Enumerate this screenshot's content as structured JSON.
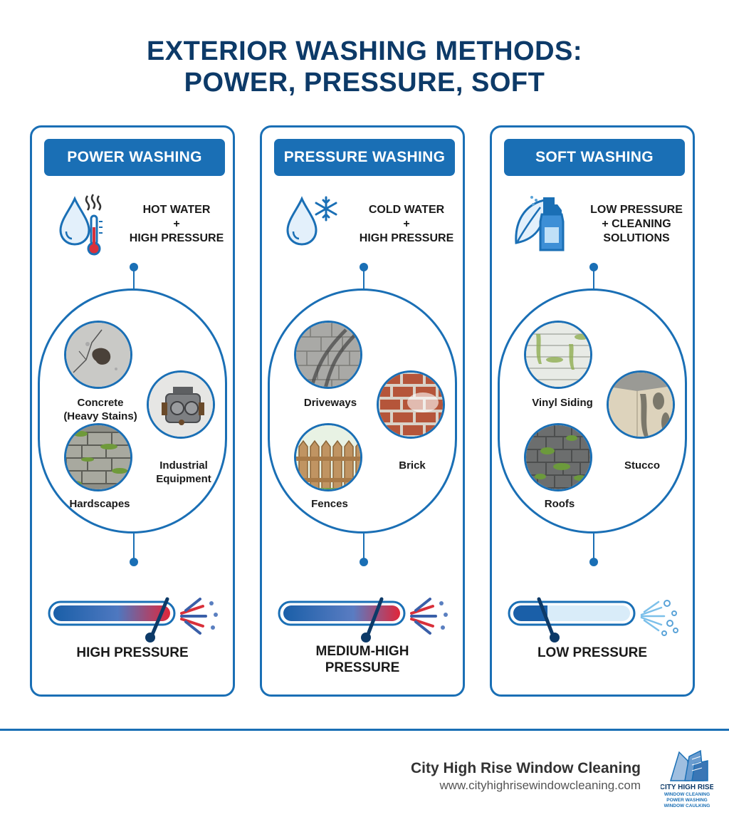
{
  "title": {
    "line1": "EXTERIOR WASHING METHODS:",
    "line2": "POWER, PRESSURE, SOFT"
  },
  "columns": [
    {
      "header": "POWER WASHING",
      "feature": {
        "line1": "HOT WATER",
        "line2": "+",
        "line3": "HIGH PRESSURE",
        "icon": "water-drop-thermometer-icon"
      },
      "surfaces": [
        {
          "label_line1": "Concrete",
          "label_line2": "(Heavy Stains)"
        },
        {
          "label_line1": "Industrial",
          "label_line2": "Equipment"
        },
        {
          "label_line1": "Hardscapes",
          "label_line2": ""
        }
      ],
      "pressure": {
        "line1": "HIGH PRESSURE",
        "line2": "",
        "level": 0.7
      }
    },
    {
      "header": "PRESSURE WASHING",
      "feature": {
        "line1": "COLD WATER",
        "line2": "+",
        "line3": "HIGH PRESSURE",
        "icon": "water-drop-snowflake-icon"
      },
      "surfaces": [
        {
          "label_line1": "Driveways",
          "label_line2": ""
        },
        {
          "label_line1": "Brick",
          "label_line2": ""
        },
        {
          "label_line1": "Fences",
          "label_line2": ""
        }
      ],
      "pressure": {
        "line1": "MEDIUM-HIGH",
        "line2": "PRESSURE",
        "level": 0.55
      }
    },
    {
      "header": "SOFT WASHING",
      "feature": {
        "line1": "LOW PRESSURE",
        "line2": "+ CLEANING",
        "line3": "SOLUTIONS",
        "icon": "leaf-spray-bottle-icon"
      },
      "surfaces": [
        {
          "label_line1": "Vinyl Siding",
          "label_line2": ""
        },
        {
          "label_line1": "Stucco",
          "label_line2": ""
        },
        {
          "label_line1": "Roofs",
          "label_line2": ""
        }
      ],
      "pressure": {
        "line1": "LOW PRESSURE",
        "line2": "",
        "level": 0.2
      }
    }
  ],
  "footer": {
    "company": "City High Rise Window Cleaning",
    "url": "www.cityhighrisewindowcleaning.com",
    "logo_line1": "CITY HIGH RISE",
    "logo_line2": "WINDOW CLEANING",
    "logo_line3": "POWER WASHING",
    "logo_line4": "WINDOW CAULKING"
  },
  "colors": {
    "primary": "#1a6fb5",
    "title": "#0d3a68",
    "hot": "#d9303a",
    "water": "#5aa3d8"
  }
}
